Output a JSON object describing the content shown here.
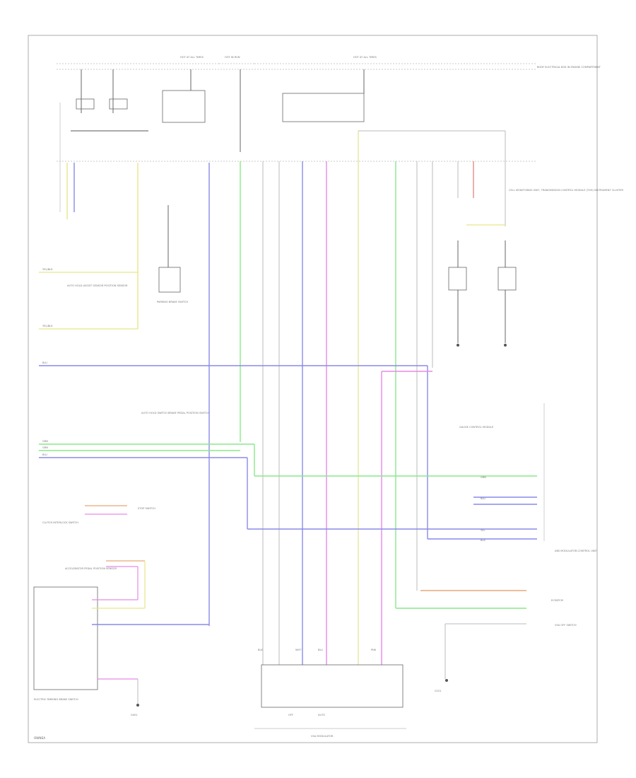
{
  "diagram": {
    "page_ref": "OWNEA",
    "labels": {
      "bus_top_left": "HOT AT ALL TIMES",
      "bus_top_mid": "HOT IN RUN",
      "bus_top_right": "HOT AT ALL TIMES",
      "relay_box": "BODY ELECTRICAL BOX IN ENGINE COMPARTMENT",
      "pcm_note_right": "CELL MONITORING UNIT, TRANSMISSION CONTROL MODULE (TCM) INSTRUMENT CLUSTER",
      "left_yellow_top": "YEL/BLK",
      "left_yellow_bottom": "YEL/BLK",
      "left_note_main": "AUTO HOLD ASSIST SENSOR POSITION SENSOR",
      "left_blue_wire": "BLU",
      "left_grn_wire_1": "GRN",
      "left_grn_wire_2": "GRN",
      "left_blu_wire_2": "BLU",
      "park_brake_switch": "PARKING BRAKE SWITCH",
      "center_note": "AUTO HOLD SWITCH BRAKE PEDAL POSITION SWITCH",
      "gauge_control_unit": "GAUGE CONTROL MODULE",
      "clutch_unit": "CLUTCH INTERLOCK SWITCH",
      "right_lbl_1": "GRN",
      "right_lbl_2": "BLU",
      "right_lbl_3": "YEL",
      "right_lbl_4": "BLK",
      "stop_switch": "STOP SWITCH",
      "accel_sensor": "ACCELERATOR PEDAL POSITION SENSOR",
      "ground_left": "G401",
      "ground_mid": "G101",
      "electric_brake": "ELECTRIC PARKING BRAKE SWITCH",
      "bottom_title": "VSA MODULATOR",
      "bottom_left_sw": "OFF",
      "bottom_right_sw": "AUTO",
      "abs_note": "ABS MODULATOR-CONTROL UNIT",
      "ecm_note": "ECM/PCM",
      "vsa_note": "VSA OFF SWITCH",
      "pin_bottom_1": "BLK",
      "pin_bottom_2": "WHT",
      "pin_bottom_3": "BLU",
      "pin_bottom_4": "PNK"
    }
  }
}
